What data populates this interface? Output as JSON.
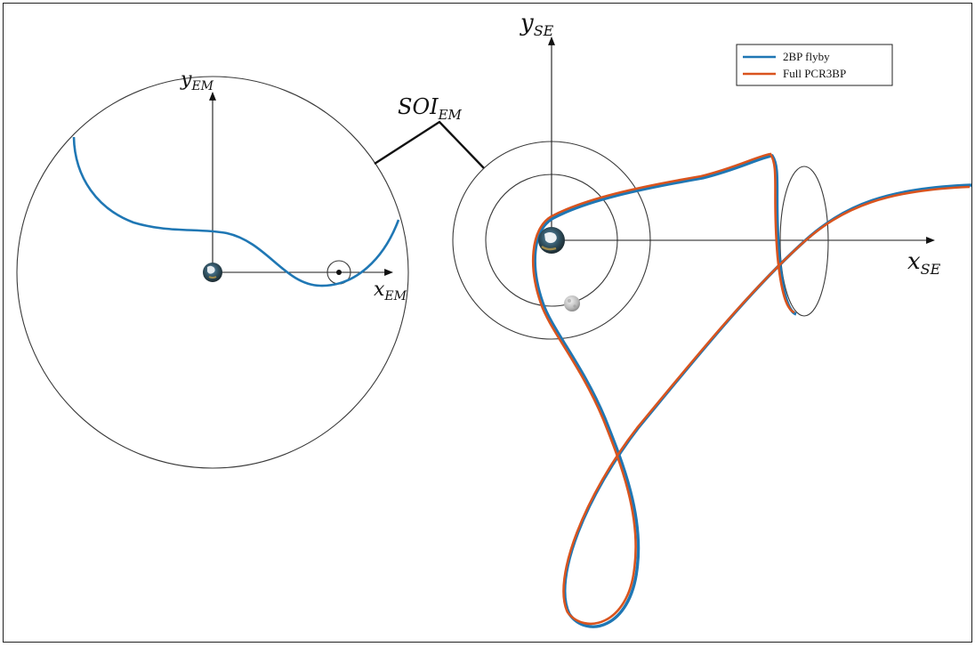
{
  "em_panel": {
    "y_axis_label": "y",
    "y_axis_sub": "EM",
    "x_axis_label": "x",
    "x_axis_sub": "EM"
  },
  "se_panel": {
    "y_axis_label": "y",
    "y_axis_sub": "SE",
    "x_axis_label": "x",
    "x_axis_sub": "SE"
  },
  "soi_label": {
    "main": "SOI",
    "sub": "EM"
  },
  "legend": {
    "placement": "top-right",
    "items": [
      {
        "label": "2BP flyby",
        "color": "#1f77b4"
      },
      {
        "label": "Full PCR3BP",
        "color": "#d9541e"
      }
    ]
  },
  "icons": [
    "earth-icon",
    "moon-icon"
  ]
}
